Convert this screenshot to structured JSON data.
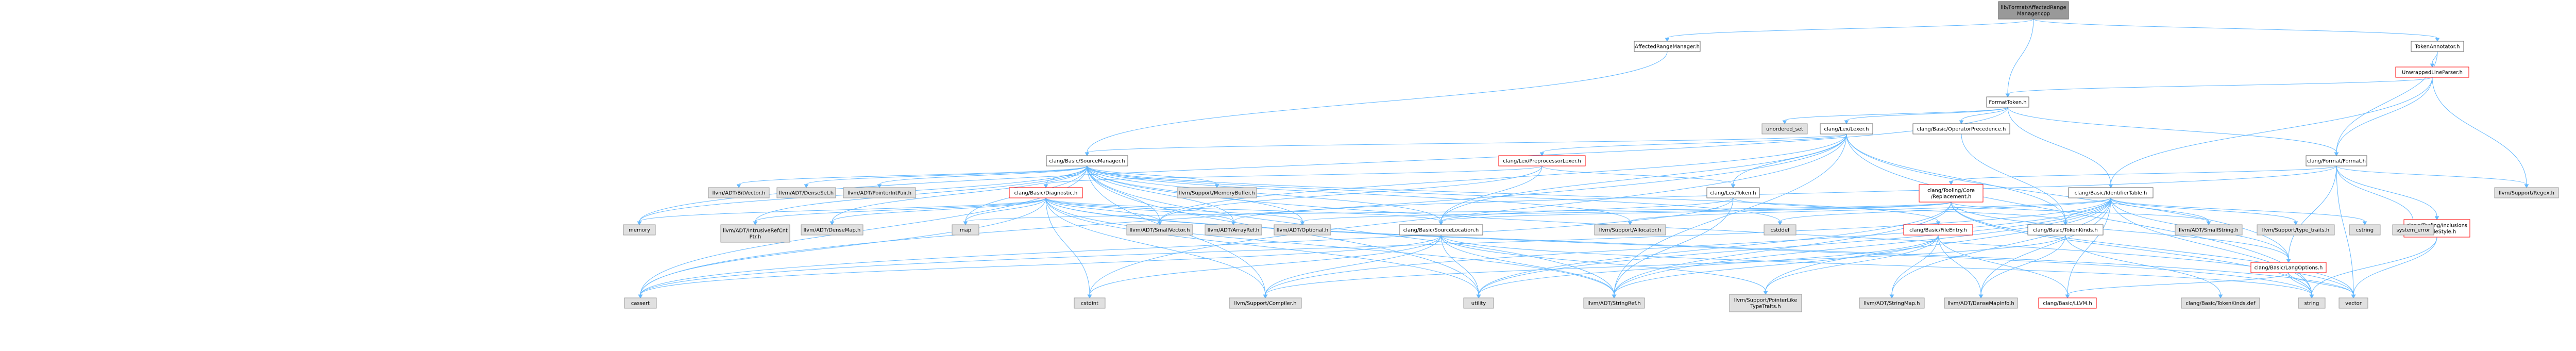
{
  "styles": {
    "root": {
      "fill": "#999999",
      "stroke": "#666666",
      "text": "#000000"
    },
    "documented": {
      "fill": "#ffffff",
      "stroke": "#666666",
      "text": "#000000"
    },
    "red_border": {
      "fill": "#ffffff",
      "stroke": "#ff0000",
      "text": "#000000"
    },
    "system": {
      "fill": "#e0e0e0",
      "stroke": "#999999",
      "text": "#000000"
    },
    "edge_color": "#63b8ff"
  },
  "nodes": [
    {
      "id": "root",
      "label": [
        "lib/Format/AffectedRange",
        "Manager.cpp"
      ],
      "style": "root"
    },
    {
      "id": "arm",
      "label": [
        "AffectedRangeManager.h"
      ],
      "style": "documented"
    },
    {
      "id": "ta",
      "label": [
        "TokenAnnotator.h"
      ],
      "style": "documented"
    },
    {
      "id": "ulp",
      "label": [
        "UnwrappedLineParser.h"
      ],
      "style": "red_border"
    },
    {
      "id": "ft",
      "label": [
        "FormatToken.h"
      ],
      "style": "documented"
    },
    {
      "id": "uset",
      "label": [
        "unordered_set"
      ],
      "style": "system"
    },
    {
      "id": "lexer",
      "label": [
        "clang/Lex/Lexer.h"
      ],
      "style": "documented"
    },
    {
      "id": "opprec",
      "label": [
        "clang/Basic/OperatorPrecedence.h"
      ],
      "style": "documented"
    },
    {
      "id": "format",
      "label": [
        "clang/Format/Format.h"
      ],
      "style": "documented"
    },
    {
      "id": "sm",
      "label": [
        "clang/Basic/SourceManager.h"
      ],
      "style": "documented"
    },
    {
      "id": "pplex",
      "label": [
        "clang/Lex/PreprocessorLexer.h"
      ],
      "style": "red_border"
    },
    {
      "id": "regex",
      "label": [
        "llvm/Support/Regex.h"
      ],
      "style": "system"
    },
    {
      "id": "idt",
      "label": [
        "clang/Basic/IdentifierTable.h"
      ],
      "style": "documented"
    },
    {
      "id": "bitvec",
      "label": [
        "llvm/ADT/BitVector.h"
      ],
      "style": "system"
    },
    {
      "id": "denseset",
      "label": [
        "llvm/ADT/DenseSet.h"
      ],
      "style": "system"
    },
    {
      "id": "ptrint",
      "label": [
        "llvm/ADT/PointerIntPair.h"
      ],
      "style": "system"
    },
    {
      "id": "membuf",
      "label": [
        "llvm/Support/MemoryBuffer.h"
      ],
      "style": "system"
    },
    {
      "id": "diag",
      "label": [
        "clang/Basic/Diagnostic.h"
      ],
      "style": "red_border"
    },
    {
      "id": "lextok",
      "label": [
        "clang/Lex/Token.h"
      ],
      "style": "documented"
    },
    {
      "id": "tcrepl",
      "label": [
        "clang/Tooling/Core",
        "/Replacement.h"
      ],
      "style": "red_border"
    },
    {
      "id": "tincl",
      "label": [
        "clang/Tooling/Inclusions",
        "/IncludeStyle.h"
      ],
      "style": "red_border"
    },
    {
      "id": "memory",
      "label": [
        "memory"
      ],
      "style": "system"
    },
    {
      "id": "irc",
      "label": [
        "llvm/ADT/IntrusiveRefCnt",
        "Ptr.h"
      ],
      "style": "system"
    },
    {
      "id": "densemap",
      "label": [
        "llvm/ADT/DenseMap.h"
      ],
      "style": "system"
    },
    {
      "id": "map",
      "label": [
        "map"
      ],
      "style": "system"
    },
    {
      "id": "smallvec",
      "label": [
        "llvm/ADT/SmallVector.h"
      ],
      "style": "system"
    },
    {
      "id": "arrayref",
      "label": [
        "llvm/ADT/ArrayRef.h"
      ],
      "style": "system"
    },
    {
      "id": "optional",
      "label": [
        "llvm/ADT/Optional.h"
      ],
      "style": "system"
    },
    {
      "id": "srcloc",
      "label": [
        "clang/Basic/SourceLocation.h"
      ],
      "style": "documented"
    },
    {
      "id": "alloc",
      "label": [
        "llvm/Support/Allocator.h"
      ],
      "style": "system"
    },
    {
      "id": "cstddef",
      "label": [
        "cstddef"
      ],
      "style": "system"
    },
    {
      "id": "fileentry",
      "label": [
        "clang/Basic/FileEntry.h"
      ],
      "style": "red_border"
    },
    {
      "id": "tokkinds",
      "label": [
        "clang/Basic/TokenKinds.h"
      ],
      "style": "documented"
    },
    {
      "id": "smallstr",
      "label": [
        "llvm/ADT/SmallString.h"
      ],
      "style": "system"
    },
    {
      "id": "typetraits",
      "label": [
        "llvm/Support/type_traits.h"
      ],
      "style": "system"
    },
    {
      "id": "cstring",
      "label": [
        "cstring"
      ],
      "style": "system"
    },
    {
      "id": "syserr",
      "label": [
        "system_error"
      ],
      "style": "system"
    },
    {
      "id": "langopts",
      "label": [
        "clang/Basic/LangOptions.h"
      ],
      "style": "red_border"
    },
    {
      "id": "cassert",
      "label": [
        "cassert"
      ],
      "style": "system"
    },
    {
      "id": "cstdint",
      "label": [
        "cstdint"
      ],
      "style": "system"
    },
    {
      "id": "compiler",
      "label": [
        "llvm/Support/Compiler.h"
      ],
      "style": "system"
    },
    {
      "id": "utility",
      "label": [
        "utility"
      ],
      "style": "system"
    },
    {
      "id": "stringref",
      "label": [
        "llvm/ADT/StringRef.h"
      ],
      "style": "system"
    },
    {
      "id": "ptrlike",
      "label": [
        "llvm/Support/PointerLike",
        "TypeTraits.h"
      ],
      "style": "system"
    },
    {
      "id": "stringmap",
      "label": [
        "llvm/ADT/StringMap.h"
      ],
      "style": "system"
    },
    {
      "id": "densemapinfo",
      "label": [
        "llvm/ADT/DenseMapInfo.h"
      ],
      "style": "system"
    },
    {
      "id": "llvmh",
      "label": [
        "clang/Basic/LLVM.h"
      ],
      "style": "red_border"
    },
    {
      "id": "tokkindsdef",
      "label": [
        "clang/Basic/TokenKinds.def"
      ],
      "style": "system"
    },
    {
      "id": "string",
      "label": [
        "string"
      ],
      "style": "system"
    },
    {
      "id": "vector",
      "label": [
        "vector"
      ],
      "style": "system"
    }
  ]
}
